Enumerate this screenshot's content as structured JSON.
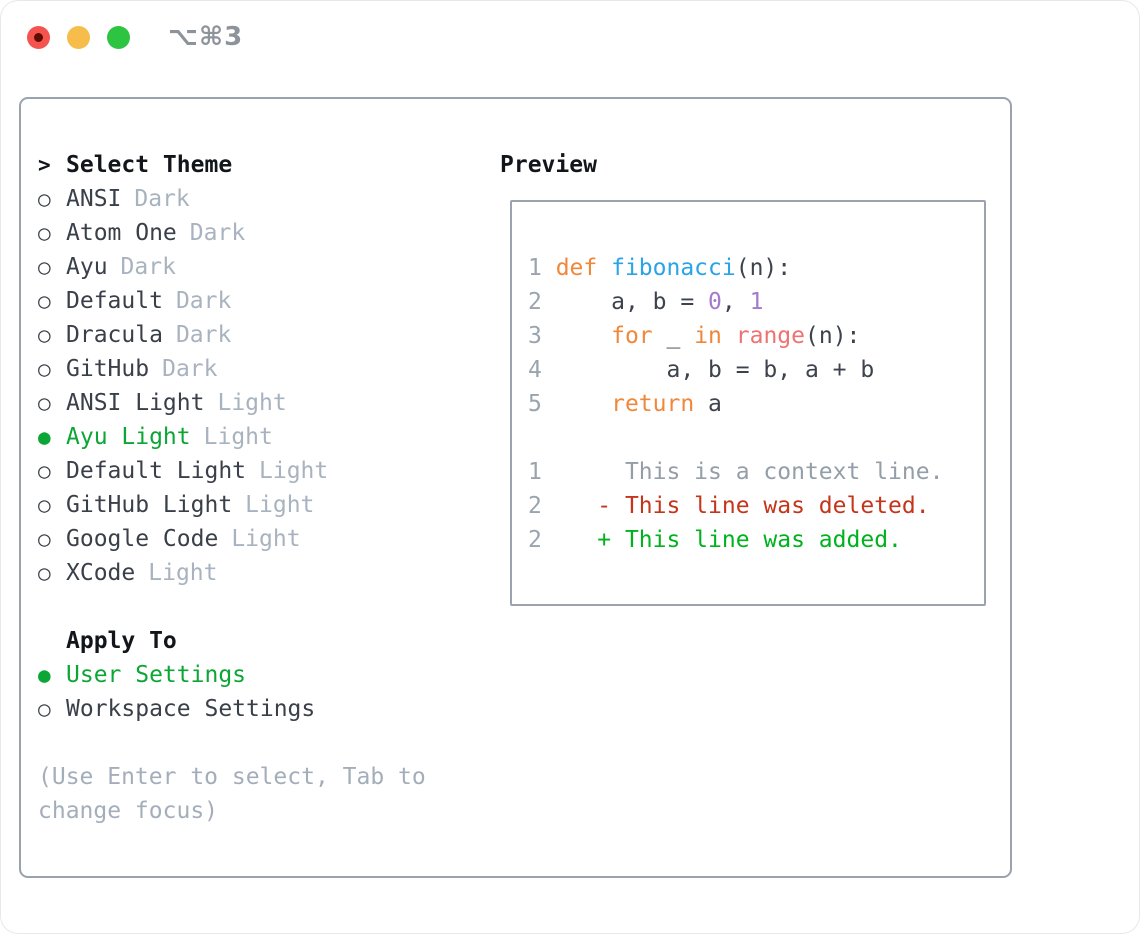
{
  "window": {
    "shortcut_label": "⌥⌘3",
    "traffic_lights": [
      "close",
      "minimize",
      "zoom"
    ]
  },
  "icons": {
    "radio_selected": "●",
    "radio_unselected": "○",
    "prompt": ">"
  },
  "panel": {
    "select_theme": {
      "title": "Select Theme",
      "items": [
        {
          "name": "ANSI",
          "variant": "Dark",
          "selected": false
        },
        {
          "name": "Atom One",
          "variant": "Dark",
          "selected": false
        },
        {
          "name": "Ayu",
          "variant": "Dark",
          "selected": false
        },
        {
          "name": "Default",
          "variant": "Dark",
          "selected": false
        },
        {
          "name": "Dracula",
          "variant": "Dark",
          "selected": false
        },
        {
          "name": "GitHub",
          "variant": "Dark",
          "selected": false
        },
        {
          "name": "ANSI Light",
          "variant": "Light",
          "selected": false
        },
        {
          "name": "Ayu Light",
          "variant": "Light",
          "selected": true
        },
        {
          "name": "Default Light",
          "variant": "Light",
          "selected": false
        },
        {
          "name": "GitHub Light",
          "variant": "Light",
          "selected": false
        },
        {
          "name": "Google Code",
          "variant": "Light",
          "selected": false
        },
        {
          "name": "XCode",
          "variant": "Light",
          "selected": false
        }
      ]
    },
    "apply_to": {
      "title": "Apply To",
      "items": [
        {
          "name": "User Settings",
          "selected": true
        },
        {
          "name": "Workspace Settings",
          "selected": false
        }
      ]
    },
    "footer_hint": "(Use Enter to select, Tab to change focus)",
    "preview": {
      "title": "Preview",
      "lines": [
        [
          {
            "t": "1 ",
            "c": "linenum"
          },
          {
            "t": "def ",
            "c": "keyword"
          },
          {
            "t": "fibonacci",
            "c": "function"
          },
          {
            "t": "(n):",
            "c": "fg"
          }
        ],
        [
          {
            "t": "2 ",
            "c": "linenum"
          },
          {
            "t": "    a, b = ",
            "c": "fg"
          },
          {
            "t": "0",
            "c": "number"
          },
          {
            "t": ", ",
            "c": "fg"
          },
          {
            "t": "1",
            "c": "number"
          }
        ],
        [
          {
            "t": "3 ",
            "c": "linenum"
          },
          {
            "t": "    ",
            "c": "fg"
          },
          {
            "t": "for",
            "c": "keyword"
          },
          {
            "t": " _ ",
            "c": "fg"
          },
          {
            "t": "in",
            "c": "keyword"
          },
          {
            "t": " ",
            "c": "fg"
          },
          {
            "t": "range",
            "c": "special"
          },
          {
            "t": "(n):",
            "c": "fg"
          }
        ],
        [
          {
            "t": "4 ",
            "c": "linenum"
          },
          {
            "t": "        a, b = b, a + b",
            "c": "fg"
          }
        ],
        [
          {
            "t": "5 ",
            "c": "linenum"
          },
          {
            "t": "    ",
            "c": "fg"
          },
          {
            "t": "return",
            "c": "keyword"
          },
          {
            "t": " a",
            "c": "fg"
          }
        ],
        [],
        [
          {
            "t": "1 ",
            "c": "linenum"
          },
          {
            "t": "     This is a context line.",
            "c": "context"
          }
        ],
        [
          {
            "t": "2 ",
            "c": "linenum"
          },
          {
            "t": "   - This line was deleted.",
            "c": "deleted"
          }
        ],
        [
          {
            "t": "2 ",
            "c": "linenum"
          },
          {
            "t": "   + This line was added.",
            "c": "added"
          }
        ]
      ]
    }
  },
  "colors": {
    "title_text": "#12161b",
    "item_text": "#3a4049",
    "variant_text": "#a9b3bf",
    "selected_green": "#0ca636",
    "footer_gray": "#a4aebb",
    "shortcut_gray": "#8d939b",
    "panel_border": "#99a3ae",
    "linenum": "#9aa4ae",
    "fg": "#3d434c",
    "keyword": "#f0883b",
    "function": "#2aa3e8",
    "special": "#f07171",
    "number": "#a37acc",
    "context": "#949ea8",
    "deleted": "#c5351b",
    "added": "#00b31e",
    "light_red": "#f4544d",
    "light_red_dot": "#5e0d04",
    "light_yellow": "#f6bd4b",
    "light_green": "#2cc441"
  }
}
